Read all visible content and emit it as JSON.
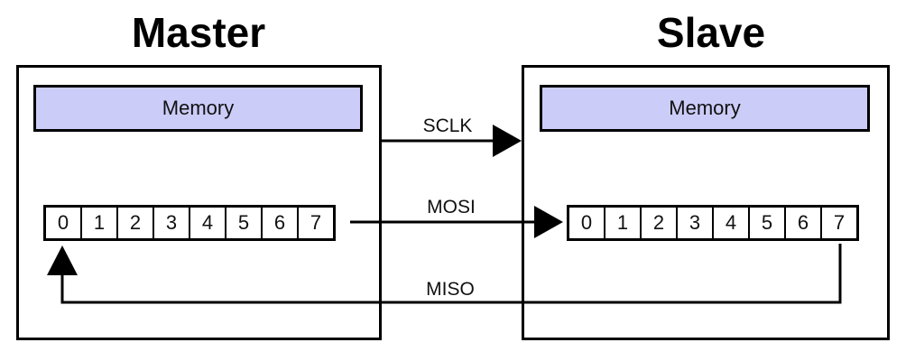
{
  "master": {
    "title": "Master",
    "memory_label": "Memory",
    "bits": [
      "0",
      "1",
      "2",
      "3",
      "4",
      "5",
      "6",
      "7"
    ]
  },
  "slave": {
    "title": "Slave",
    "memory_label": "Memory",
    "bits": [
      "0",
      "1",
      "2",
      "3",
      "4",
      "5",
      "6",
      "7"
    ]
  },
  "signals": {
    "sclk": "SCLK",
    "mosi": "MOSI",
    "miso": "MISO"
  },
  "colors": {
    "memory_fill": "#ccccf9",
    "stroke": "#000000"
  }
}
